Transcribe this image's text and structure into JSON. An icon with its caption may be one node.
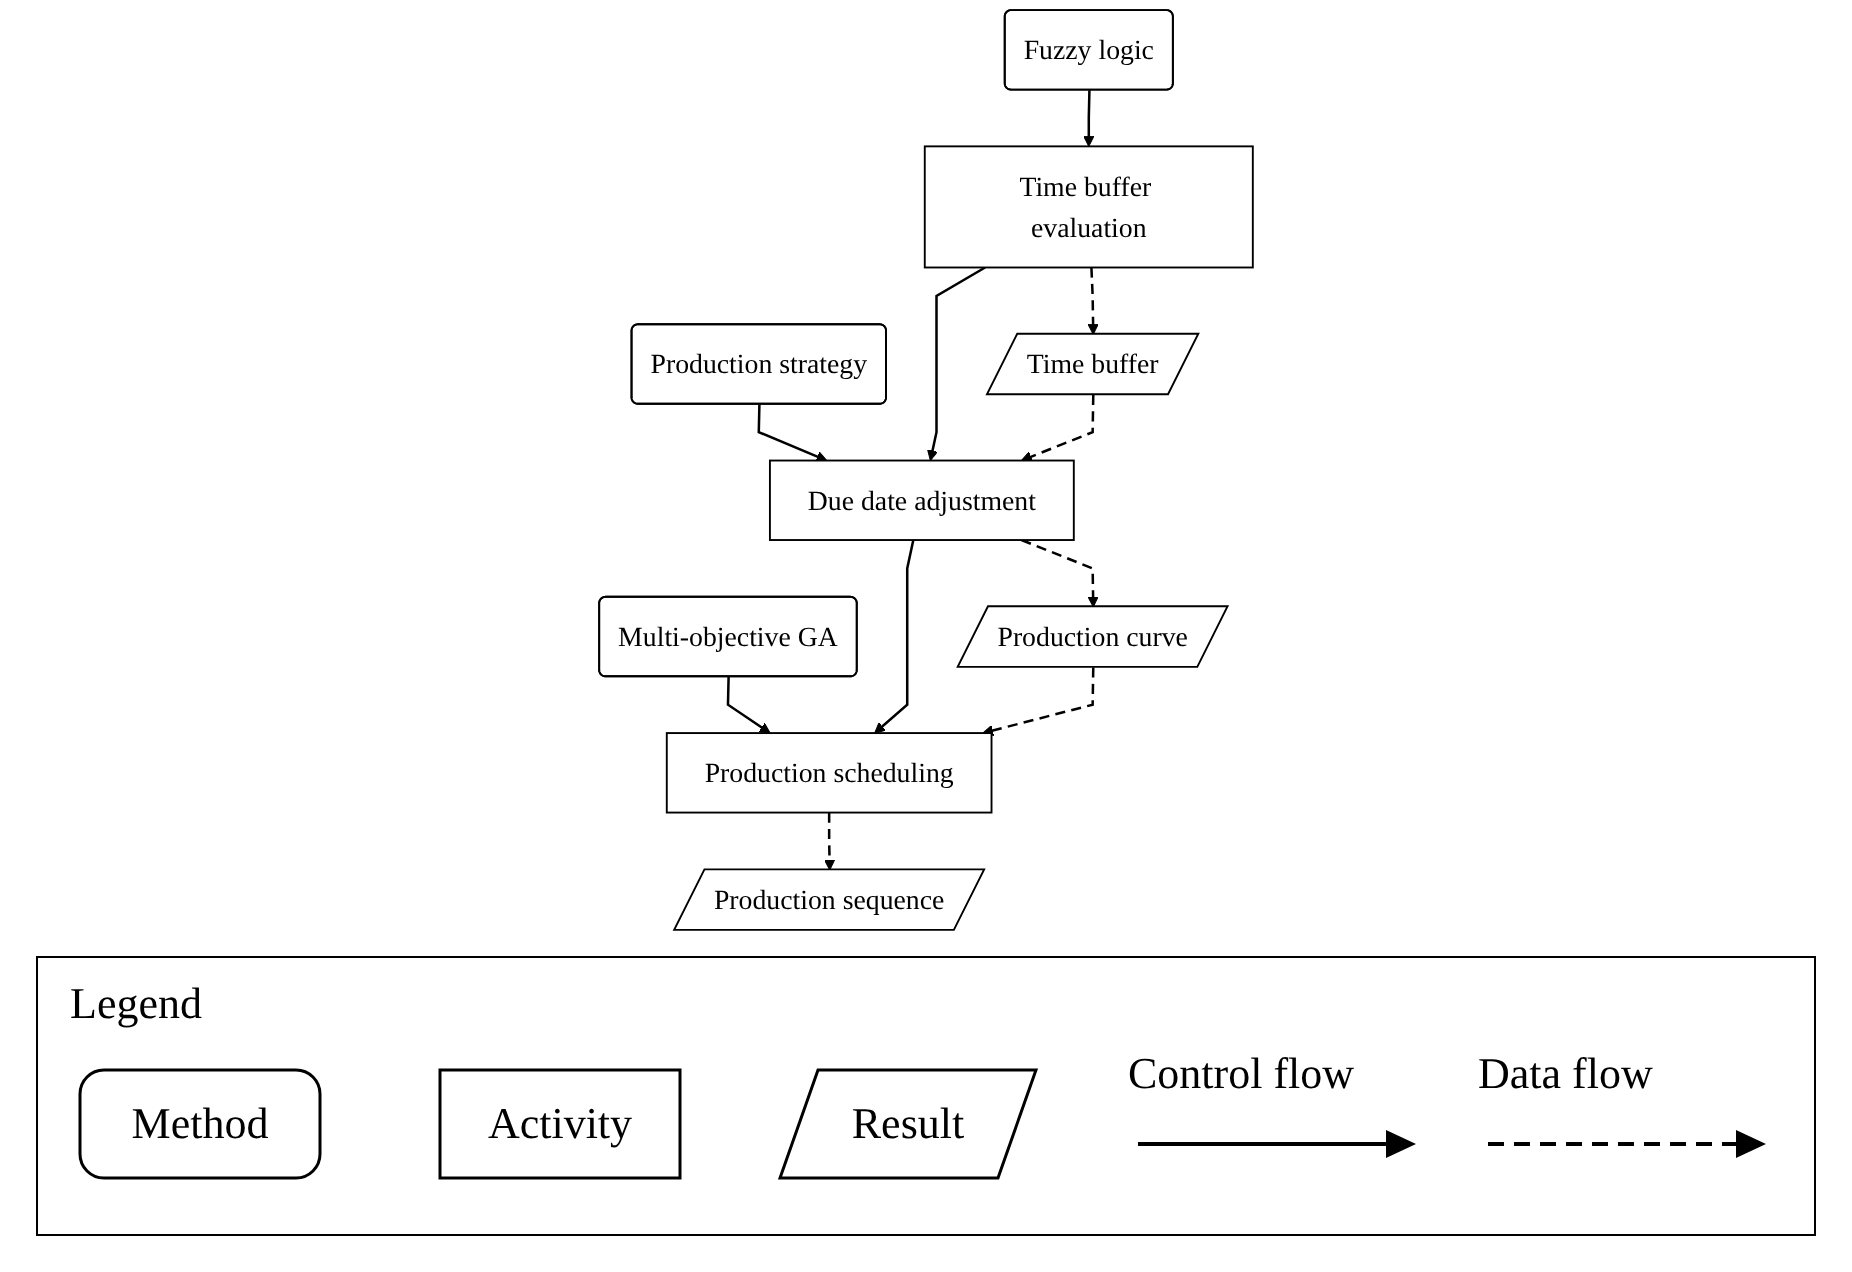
{
  "diagram": {
    "nodes": [
      {
        "text": [
          "Fuzzy logic"
        ]
      },
      {
        "text": [
          "Production strategy"
        ]
      },
      {
        "text": [
          "Multi-objective GA"
        ]
      },
      {
        "text": [
          "Time buffer evaluation"
        ]
      },
      {
        "text": [
          "Due date adjustment"
        ]
      },
      {
        "text": [
          "Production scheduling"
        ]
      },
      {
        "text": [
          "Time buffer"
        ]
      },
      {
        "text": [
          "Production curve"
        ]
      },
      {
        "text": [
          "Production sequence"
        ]
      }
    ],
    "edges": [
      {
        "from": 0,
        "to": 3,
        "arrow": "to"
      },
      {
        "from": 1,
        "to": 4,
        "arrow": "to"
      },
      {
        "from": 2,
        "to": 5,
        "arrow": "to"
      },
      {
        "from": 3,
        "to": 4,
        "arrow": "to"
      },
      {
        "from": 4,
        "to": 5,
        "arrow": "to"
      },
      {
        "from": 3,
        "to": 6,
        "arrow": "to",
        "style": "dashed"
      },
      {
        "from": 6,
        "to": 4,
        "arrow": "to",
        "style": "dashed"
      },
      {
        "from": 4,
        "to": 7,
        "arrow": "to",
        "style": "dashed"
      },
      {
        "from": 7,
        "to": 5,
        "arrow": "to",
        "style": "dashed"
      },
      {
        "from": 5,
        "to": 8,
        "arrow": "to",
        "style": "dashed"
      }
    ],
    "labels": [
      "Legend"
    ],
    "legend": [
      {
        "text": "Method"
      },
      {
        "text": "Activity"
      },
      {
        "text": "Result"
      },
      {
        "text": "Control flow"
      },
      {
        "text": "Data flow"
      }
    ]
  }
}
